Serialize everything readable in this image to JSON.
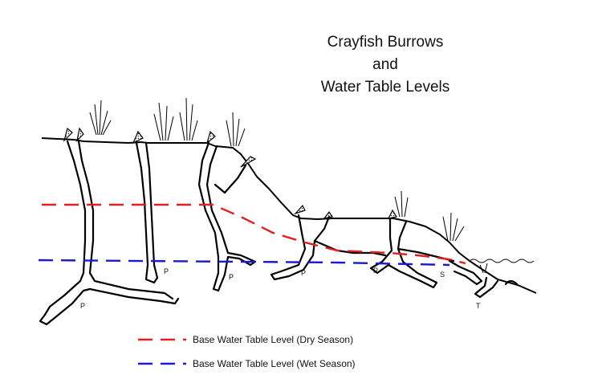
{
  "title": {
    "line1": "Crayfish Burrows",
    "line2": "and",
    "line3": "Water Table Levels"
  },
  "burrow_labels": [
    {
      "text": "P"
    },
    {
      "text": "P"
    },
    {
      "text": "P"
    },
    {
      "text": "P"
    },
    {
      "text": "P"
    },
    {
      "text": "S"
    },
    {
      "text": "T"
    }
  ],
  "legend": {
    "dry": {
      "label": "Base Water Table Level (Dry Season)",
      "color": "#e02020"
    },
    "wet": {
      "label": "Base Water Table Level (Wet Season)",
      "color": "#1a1ad0"
    }
  },
  "colors": {
    "outline": "#000000",
    "background": "#ffffff"
  }
}
